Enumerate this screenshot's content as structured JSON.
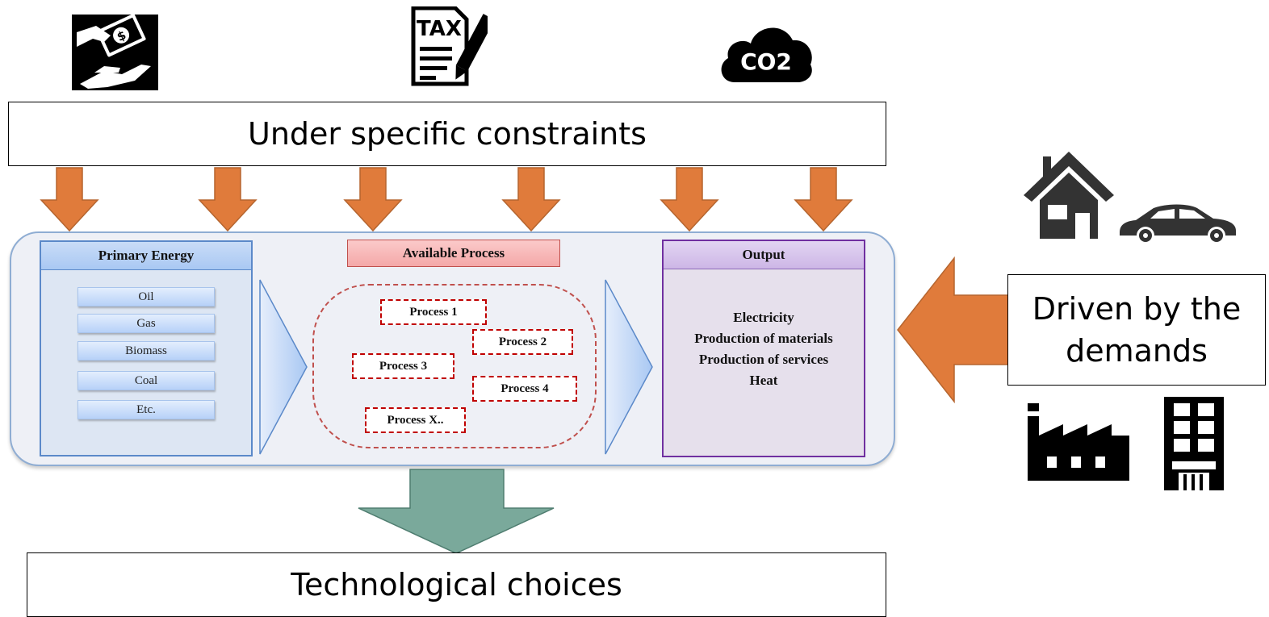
{
  "top_icons": [
    "money-hand-icon",
    "tax-document-icon",
    "co2-cloud-icon"
  ],
  "co2_label": "CO2",
  "tax_label": "TAX",
  "constraints_label": "Under specific constraints",
  "primary_energy": {
    "title": "Primary Energy",
    "items": [
      "Oil",
      "Gas",
      "Biomass",
      "Coal",
      "Etc."
    ]
  },
  "available_process": {
    "title": "Available Process",
    "items": [
      "Process 1",
      "Process 2",
      "Process 3",
      "Process 4",
      "Process X.."
    ]
  },
  "output": {
    "title": "Output",
    "items": [
      "Electricity",
      "Production of materials",
      "Production of services",
      "Heat"
    ]
  },
  "demands_label": "Driven by the demands",
  "demand_icons": [
    "house-icon",
    "car-icon",
    "factory-icon",
    "building-icon"
  ],
  "choices_label": "Technological choices",
  "colors": {
    "orange_arrow": "#e07b3b",
    "green_arrow": "#7aa99b",
    "panel_fill": "#eef0f6",
    "panel_border": "#8fadd3",
    "pe_header": "#a9c8f3",
    "proc_header": "#f4a8a8",
    "proc_dash": "#c00000",
    "out_header": "#cdb6e6",
    "out_border": "#7030a0",
    "out_fill": "#e6e0ec"
  }
}
